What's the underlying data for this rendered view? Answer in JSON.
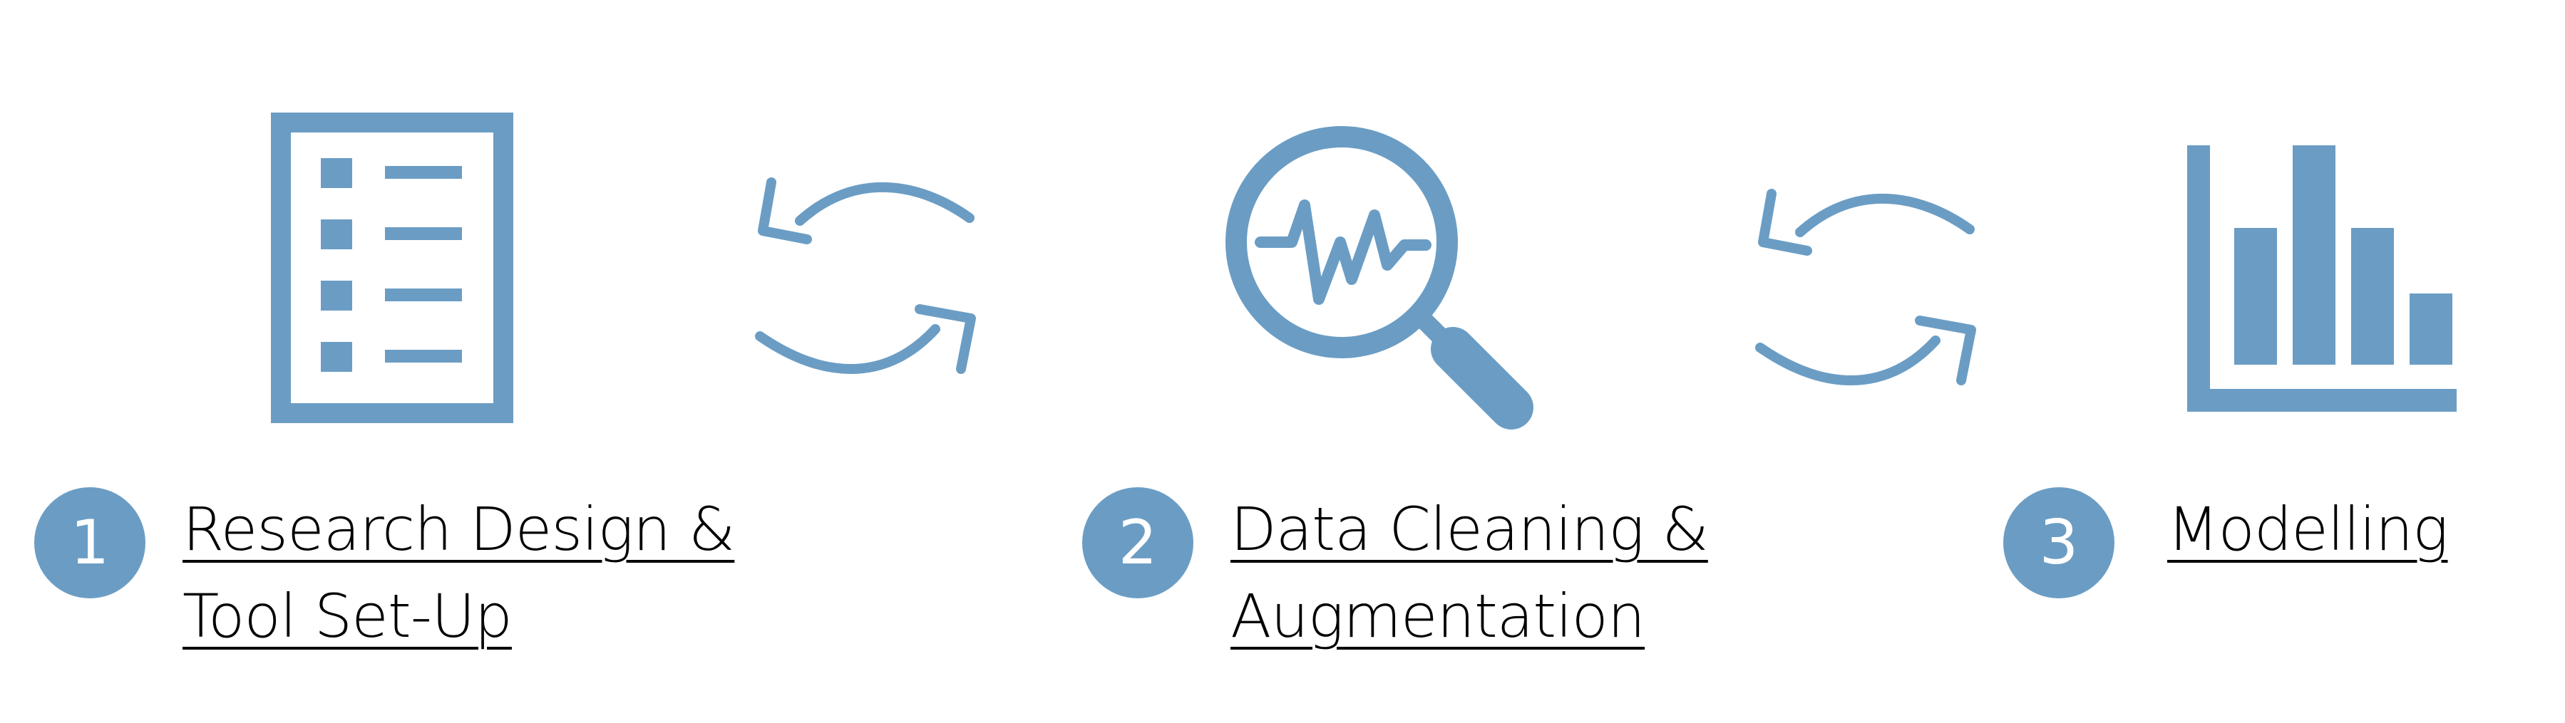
{
  "colors": {
    "accent": "#6b9dc4",
    "text": "#000000",
    "background": "#ffffff"
  },
  "icons": {
    "step1": "checklist-document-icon",
    "cycle1": "refresh-cycle-icon",
    "step2": "magnifier-waveform-icon",
    "cycle2": "refresh-cycle-icon",
    "step3": "bar-chart-icon"
  },
  "steps": [
    {
      "number": "1",
      "line1": "Research Design &",
      "line2": "Tool Set-Up"
    },
    {
      "number": "2",
      "line1": "Data Cleaning &",
      "line2": "Augmentation"
    },
    {
      "number": "3",
      "line1": "Modelling",
      "line2": ""
    }
  ]
}
